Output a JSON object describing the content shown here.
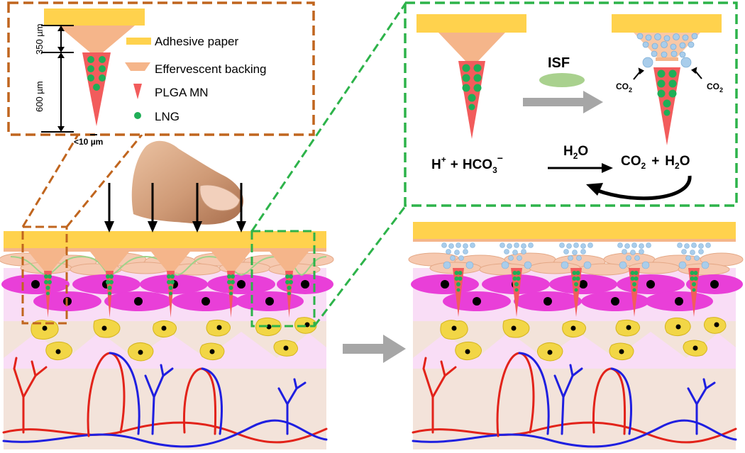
{
  "inset_left": {
    "dim_backing": "350 µm",
    "dim_needle": "600 µm",
    "dim_tip": "<10 µm"
  },
  "legend": {
    "adhesive": "Adhesive paper",
    "backing": "Effervescent backing",
    "needle": "PLGA MN",
    "drug": "LNG"
  },
  "inset_right": {
    "isf": "ISF",
    "co2_left": "CO",
    "co2_right": "CO",
    "sub2": "2",
    "h_ion": "H",
    "plus_sup": "+",
    "plus": "+",
    "hco": "HCO",
    "sub3": "3",
    "minus_sup": "−",
    "h2o_top_h": "H",
    "h2o_top_o": "O",
    "prod_co2": "CO",
    "prod_h2o_h": "H",
    "prod_h2o_o": "O"
  },
  "colors": {
    "adhesive": "#FFD24D",
    "backing": "#F5B58A",
    "needle": "#F25C5C",
    "drug": "#1FAE57",
    "inset_left_border": "#C0651E",
    "inset_right_border": "#2DB34A",
    "arrow_gray": "#A6A6A6",
    "bubble": "#A9CDEB",
    "isf": "#A9D18E",
    "keratin": "#F6C9B0",
    "epidermis_cell": "#E93FD8",
    "epidermis_bg": "#F9DDF6",
    "dermis_cell": "#F2D646",
    "dermis_bg": "#F3E3DA",
    "vessel_red": "#E2231A",
    "vessel_blue": "#1F1FE0",
    "finger": "#D09A74"
  }
}
